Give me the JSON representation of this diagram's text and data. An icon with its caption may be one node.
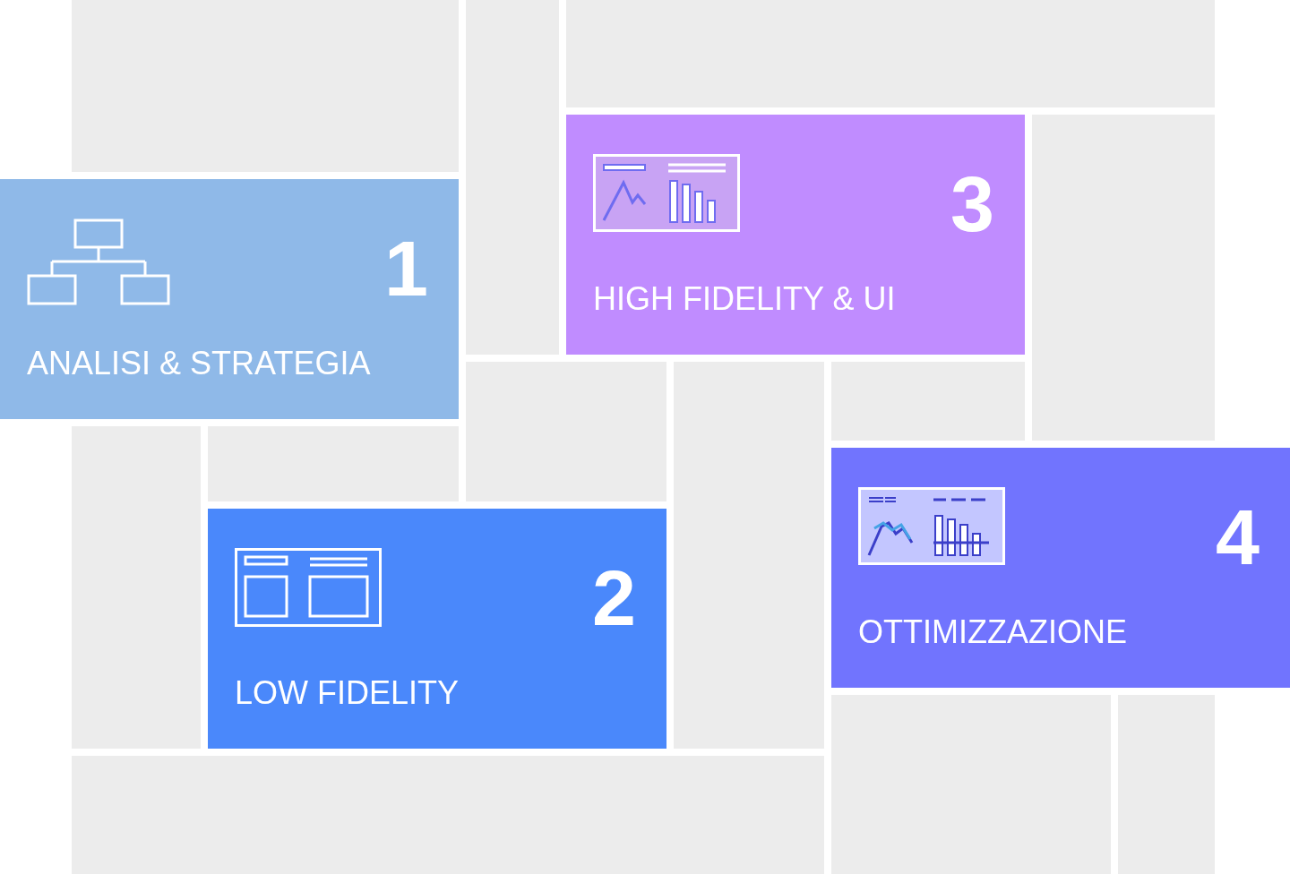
{
  "diagram": {
    "nodes": [
      {
        "text": [
          "1",
          "ANALISI & STRATEGIA"
        ]
      },
      {
        "text": [
          "2",
          "LOW FIDELITY"
        ]
      },
      {
        "text": [
          "3",
          "HIGH FIDELITY & UI"
        ]
      },
      {
        "text": [
          "4",
          "OTTIMIZZAZIONE"
        ]
      }
    ]
  }
}
